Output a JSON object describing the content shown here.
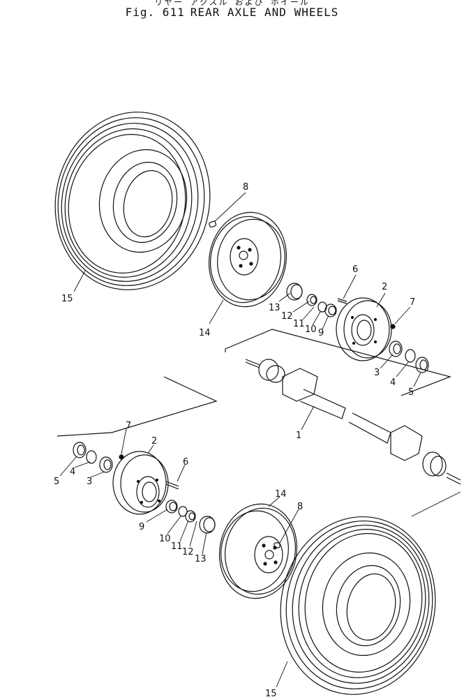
{
  "header": {
    "jp_caption": "リヤー アクスル および ホイール",
    "fig_number": "Fig. 611",
    "title": "REAR AXLE AND WHEELS"
  },
  "callouts": {
    "upper": [
      "15",
      "14",
      "8",
      "13",
      "12",
      "11",
      "10",
      "9",
      "6",
      "2",
      "7",
      "3",
      "4",
      "5"
    ],
    "axle": [
      "1"
    ],
    "lower": [
      "5",
      "4",
      "3",
      "7",
      "2",
      "6",
      "9",
      "10",
      "11",
      "12",
      "13",
      "14",
      "8",
      "15"
    ]
  }
}
